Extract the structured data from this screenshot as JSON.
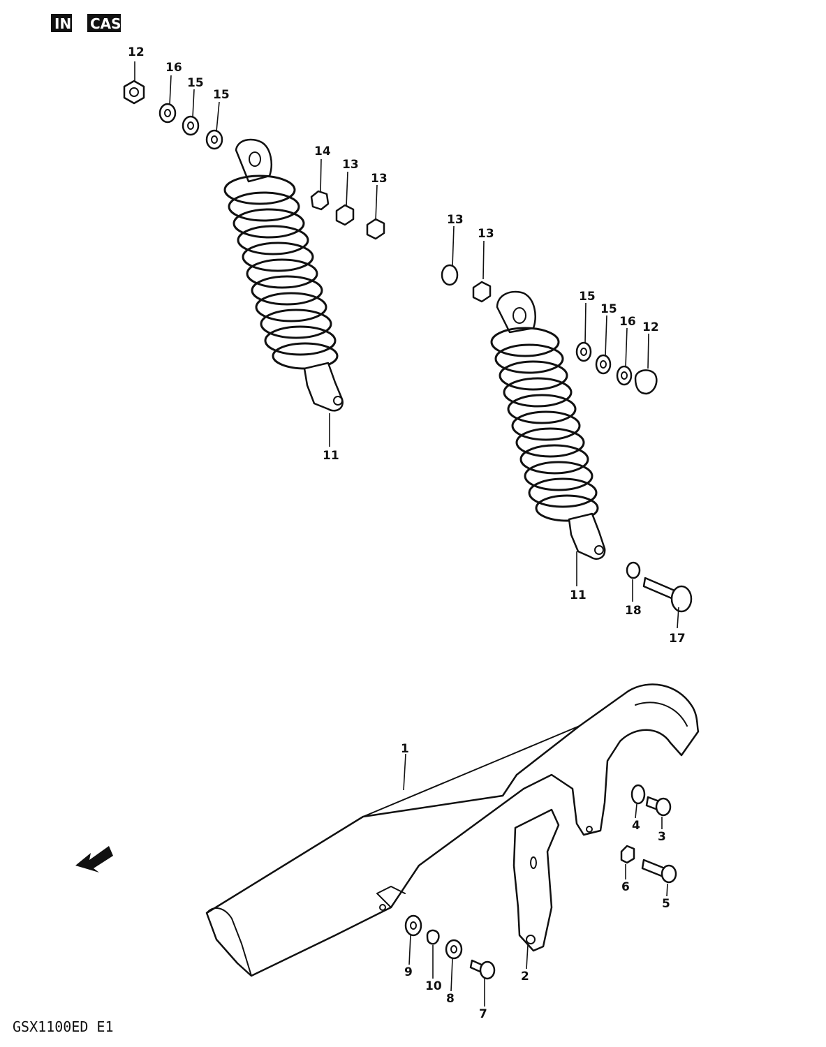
{
  "header": {
    "title_fragment_1": "IN",
    "title_fragment_2": "CAS"
  },
  "footer": {
    "model_code": "GSX1100ED E1"
  },
  "parts": {
    "p1": "1",
    "p2": "2",
    "p3": "3",
    "p4": "4",
    "p5": "5",
    "p6": "6",
    "p7": "7",
    "p8": "8",
    "p9": "9",
    "p10": "10",
    "p11a": "11",
    "p11b": "11",
    "p12a": "12",
    "p12b": "12",
    "p13a": "13",
    "p13b": "13",
    "p13c": "13",
    "p13d": "13",
    "p14": "14",
    "p15a": "15",
    "p15b": "15",
    "p15c": "15",
    "p15d": "15",
    "p16a": "16",
    "p16b": "16",
    "p17": "17",
    "p18": "18"
  },
  "colors": {
    "ink": "#111111",
    "paper": "#ffffff"
  }
}
